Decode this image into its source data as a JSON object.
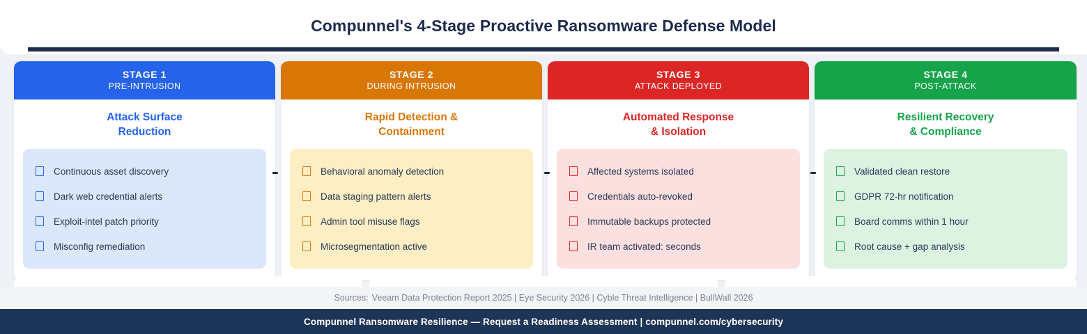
{
  "header": {
    "title": "Compunnel's 4-Stage Proactive Ransomware Defense Model",
    "title_color": "#1d2b4c",
    "rule_color": "#1d2b4c"
  },
  "stages": [
    {
      "number": "STAGE 1",
      "phase": "PRE-INTRUSION",
      "title": "Attack Surface\nReduction",
      "header_color": "#2563eb",
      "title_color": "#2563eb",
      "panel_color": "#dbe7fb",
      "bullet_color": "#2563eb",
      "items": [
        "Continuous asset discovery",
        "Dark web credential alerts",
        "Exploit-intel patch priority",
        "Misconfig remediation"
      ]
    },
    {
      "number": "STAGE 2",
      "phase": "DURING INTRUSION",
      "title": "Rapid Detection &\nContainment",
      "header_color": "#d97706",
      "title_color": "#d97706",
      "panel_color": "#fdeec4",
      "bullet_color": "#d97706",
      "items": [
        "Behavioral anomaly detection",
        "Data staging pattern alerts",
        "Admin tool misuse flags",
        "Microsegmentation active"
      ]
    },
    {
      "number": "STAGE 3",
      "phase": "ATTACK DEPLOYED",
      "title": "Automated Response\n& Isolation",
      "header_color": "#dc2626",
      "title_color": "#dc2626",
      "panel_color": "#fcdfdf",
      "bullet_color": "#dc2626",
      "items": [
        "Affected systems isolated",
        "Credentials auto-revoked",
        "Immutable backups protected",
        "IR team activated: seconds"
      ]
    },
    {
      "number": "STAGE 4",
      "phase": "POST-ATTACK",
      "title": "Resilient Recovery\n& Compliance",
      "header_color": "#16a34a",
      "title_color": "#16a34a",
      "panel_color": "#ddf2e1",
      "bullet_color": "#16a34a",
      "items": [
        "Validated clean restore",
        "GDPR 72-hr notification",
        "Board comms within 1 hour",
        "Root cause + gap analysis"
      ]
    }
  ],
  "sources": {
    "label": "Sources:",
    "text": "Veeam Data Protection Report 2025 | Eye Security 2026 | Cyble Threat Intelligence | BullWall 2026"
  },
  "footer": {
    "text": "Compunnel Ransomware Resilience — Request a Readiness Assessment | compunnel.com/cybersecurity",
    "background": "#1d3557"
  }
}
